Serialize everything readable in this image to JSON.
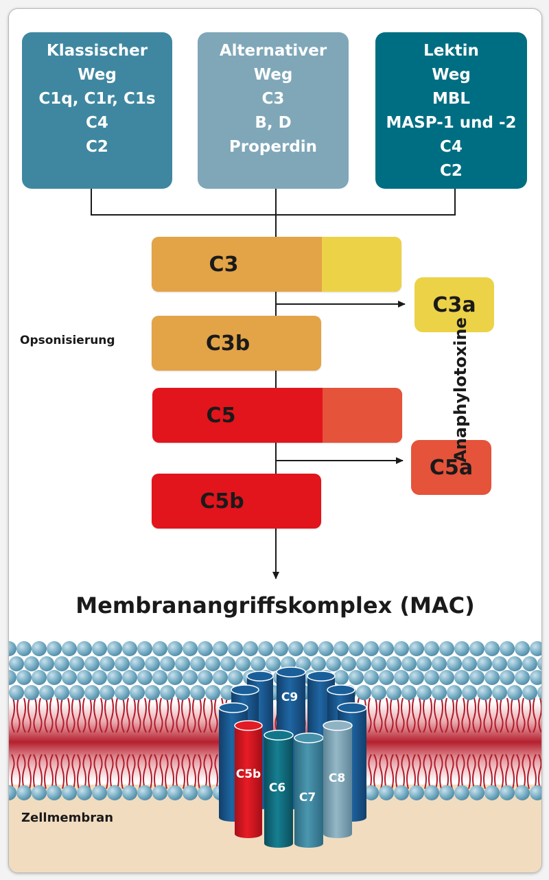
{
  "pathways": [
    {
      "name": "classical",
      "lines": [
        "Klassischer",
        "Weg",
        "C1q, C1r, C1s",
        "C4",
        "C2"
      ],
      "color": "#3f87a0"
    },
    {
      "name": "alternative",
      "lines": [
        "Alternativer",
        "Weg",
        "C3",
        "B, D",
        "Properdin"
      ],
      "color": "#7fa7b8"
    },
    {
      "name": "lectin",
      "lines": [
        "Lektin",
        "Weg",
        "MBL",
        "MASP-1 und -2",
        "C4",
        "C2"
      ],
      "color": "#006e82"
    }
  ],
  "cascade": {
    "c3": "C3",
    "c3a": "C3a",
    "c3b": "C3b",
    "c5": "C5",
    "c5a": "C5a",
    "c5b": "C5b"
  },
  "labels": {
    "opsonisierung": "Opsonisierung",
    "anaphylatoxine": "Anaphylotoxine",
    "mac_title": "Membranangriffskomplex (MAC)",
    "zellmembran": "Zellmembran"
  },
  "mac_components": {
    "c9": "C9",
    "c5b": "C5b",
    "c6": "C6",
    "c7": "C7",
    "c8": "C8"
  },
  "colors": {
    "orange": "#e3a347",
    "yellow": "#ecd247",
    "red": "#e2141c",
    "light_red": "#e4533a",
    "dark_blue_cyl": "#1b5b93",
    "teal_cyl": "#0c6b7c",
    "mid_teal_cyl": "#3f8aa2",
    "light_teal_cyl": "#7ea5b6",
    "membrane_bead": "#7fb0c6",
    "tail_red": "#b11a2a",
    "cytoplasm": "#f1dcc0"
  }
}
